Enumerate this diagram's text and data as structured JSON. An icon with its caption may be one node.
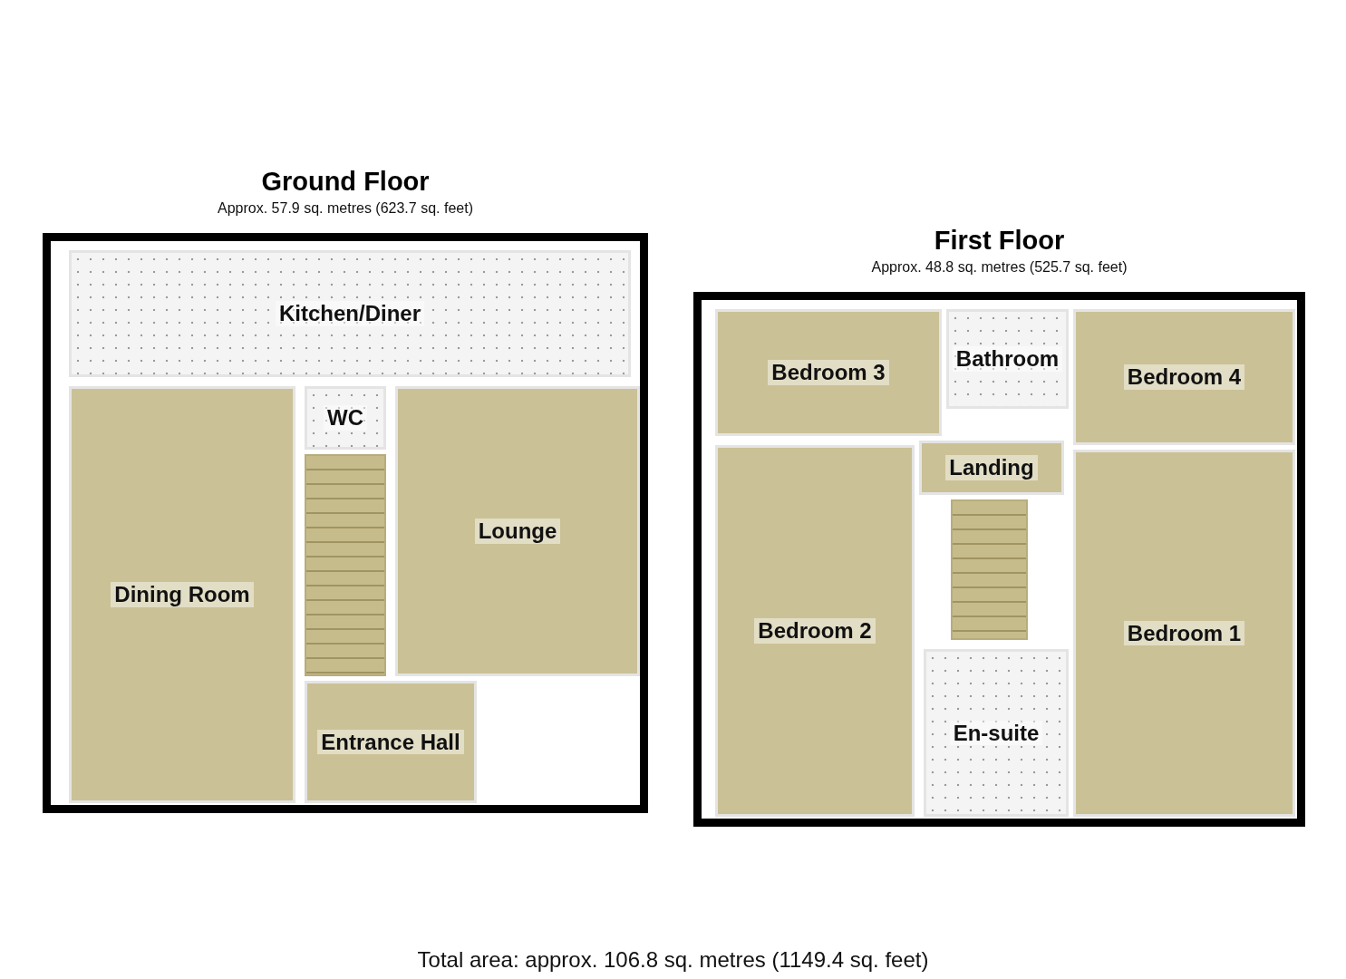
{
  "diagram": {
    "nodes": [
      {
        "text": [
          "Ground Floor",
          "Approx. 57.9 sq. metres (623.7 sq. feet)"
        ]
      },
      {
        "text": [
          "Kitchen/Diner"
        ],
        "in": 0
      },
      {
        "text": [
          "WC"
        ],
        "in": 0
      },
      {
        "text": [
          "Lounge"
        ],
        "in": 0
      },
      {
        "text": [
          "Dining Room"
        ],
        "in": 0
      },
      {
        "text": [
          "Entrance Hall"
        ],
        "in": 0
      },
      {
        "text": [
          "First Floor",
          "Approx. 48.8 sq. metres (525.7 sq. feet)"
        ]
      },
      {
        "text": [
          "Bedroom 3"
        ],
        "in": 6
      },
      {
        "text": [
          "Bathroom"
        ],
        "in": 6
      },
      {
        "text": [
          "Bedroom 4"
        ],
        "in": 6
      },
      {
        "text": [
          "Landing"
        ],
        "in": 6
      },
      {
        "text": [
          "Bedroom 2"
        ],
        "in": 6
      },
      {
        "text": [
          "Bedroom 1"
        ],
        "in": 6
      },
      {
        "text": [
          "En-suite"
        ],
        "in": 6
      }
    ],
    "labels": [
      "Total area: approx. 106.8 sq. metres (1149.4 sq. feet)"
    ]
  }
}
